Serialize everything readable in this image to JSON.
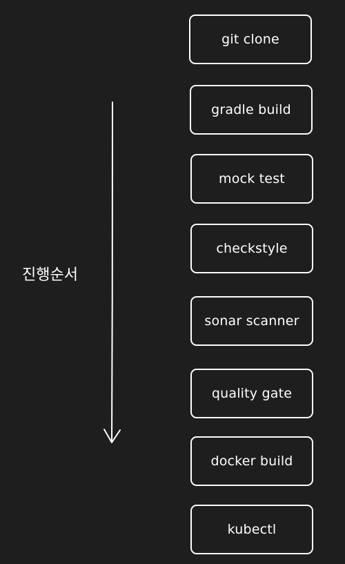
{
  "diagram": {
    "order_label": "진행순서",
    "steps": [
      {
        "label": "git clone"
      },
      {
        "label": "gradle build"
      },
      {
        "label": "mock test"
      },
      {
        "label": "checkstyle"
      },
      {
        "label": "sonar scanner"
      },
      {
        "label": "quality gate"
      },
      {
        "label": "docker build"
      },
      {
        "label": "kubectl"
      }
    ],
    "colors": {
      "background": "#1e1e1e",
      "stroke": "#ffffff",
      "text": "#ffffff"
    }
  }
}
